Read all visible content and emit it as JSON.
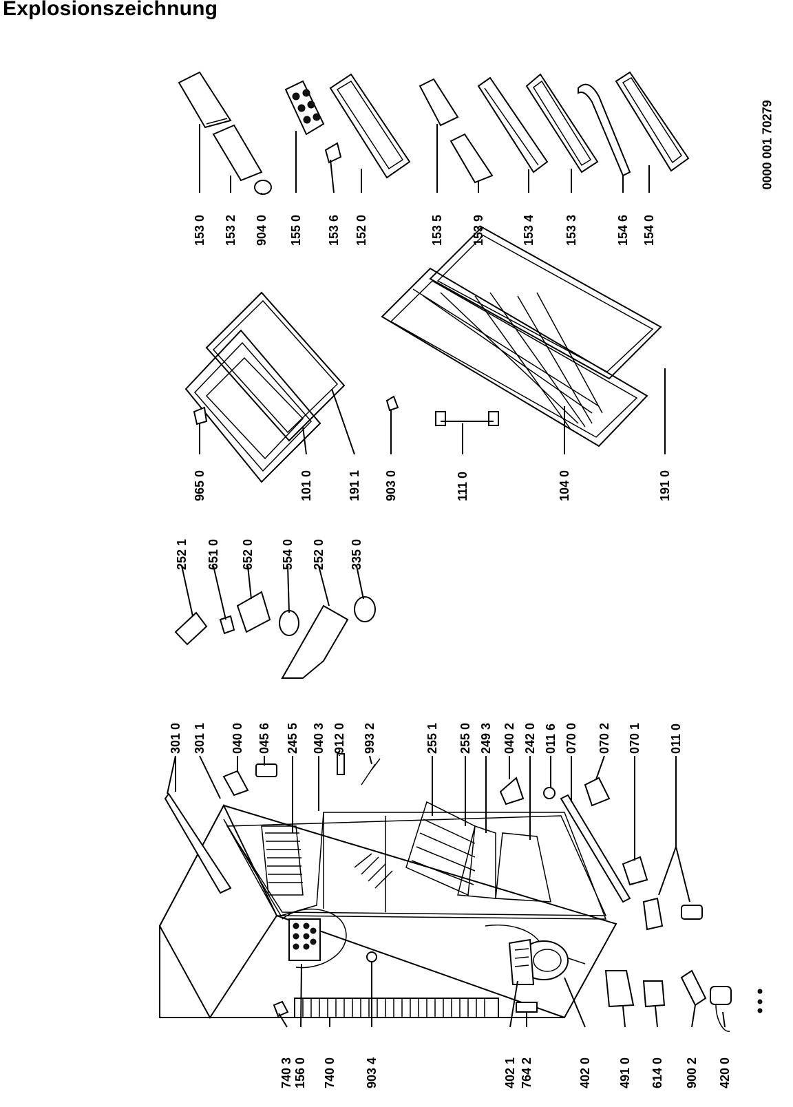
{
  "title": "Explosionszeichnung",
  "doc_number": "0000 001 70279",
  "labels": {
    "p7403": "740 3",
    "p1560": "156 0",
    "p7400": "740 0",
    "p9034": "903 4",
    "p4021": "402 1",
    "p7642": "764 2",
    "p4020": "402 0",
    "p4910": "491 0",
    "p6140": "614 0",
    "p9002": "900 2",
    "p4200": "420 0",
    "p3010": "301 0",
    "p3011": "301 1",
    "p0400": "040 0",
    "p0456": "045 6",
    "p2455": "245 5",
    "p0403": "040 3",
    "p9120": "912 0",
    "p9932": "993 2",
    "p2551": "255 1",
    "p2550": "255 0",
    "p2493": "249 3",
    "p0402": "040 2",
    "p2420": "242 0",
    "p0116": "011 6",
    "p0700": "070 0",
    "p0702": "070 2",
    "p0701": "070 1",
    "p0110": "011 0",
    "p2521": "252 1",
    "p6510": "651 0",
    "p6520": "652 0",
    "p5540": "554 0",
    "p2520": "252 0",
    "p3350": "335 0",
    "p9650": "965 0",
    "p1010": "101 0",
    "p1911": "191 1",
    "p9030": "903 0",
    "p1110": "111 0",
    "p1040": "104 0",
    "p1910": "191 0",
    "p1530": "153 0",
    "p1532": "153 2",
    "p9040": "904 0",
    "p1550": "155 0",
    "p1536": "153 6",
    "p1520": "152 0",
    "p1535": "153 5",
    "p1539": "153 9",
    "p1534": "153 4",
    "p1533": "153 3",
    "p1546": "154 6",
    "p1540": "154 0"
  }
}
